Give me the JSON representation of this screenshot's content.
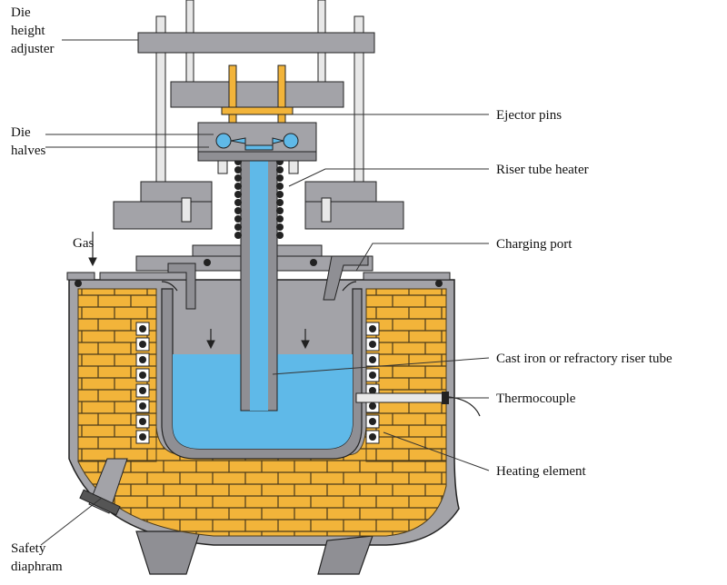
{
  "labels": {
    "die_height_adjuster": [
      "Die",
      "height",
      "adjuster"
    ],
    "die_halves": [
      "Die",
      "halves"
    ],
    "gas": "Gas",
    "safety_diaphragm": [
      "Safety",
      "diaphram"
    ],
    "ejector_pins": "Ejector pins",
    "riser_tube_heater": "Riser tube heater",
    "charging_port": "Charging port",
    "riser_tube": "Cast iron or refractory riser tube",
    "thermocouple": "Thermocouple",
    "heating_element": "Heating element"
  },
  "colors": {
    "steel": "#a3a3a8",
    "steel_dark": "#7d7d82",
    "brick": "#f2b43a",
    "mortar": "#4a3a1a",
    "metal": "#5fb9e8",
    "outline": "#222222"
  }
}
